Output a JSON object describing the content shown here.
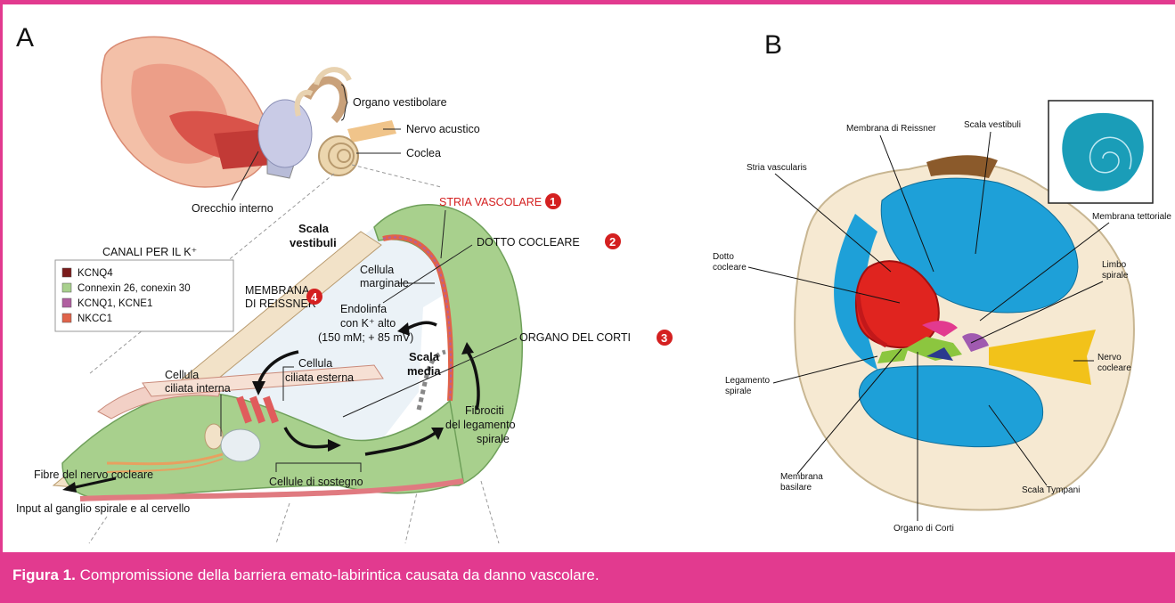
{
  "panel_a": {
    "letter": "A",
    "ear_labels": {
      "vestibular": "Organo vestibolare",
      "acoustic_nerve": "Nervo acustico",
      "cochlea": "Coclea",
      "inner_ear": "Orecchio interno"
    },
    "legend": {
      "title": "CANALI PER IL K⁺",
      "items": [
        {
          "label": "KCNQ4",
          "color": "#7a1c1c"
        },
        {
          "label": "Connexin 26, conexin 30",
          "color": "#a8d08d"
        },
        {
          "label": "KCNQ1, KCNE1",
          "color": "#b05fa0"
        },
        {
          "label": "NKCC1",
          "color": "#e0634a"
        }
      ]
    },
    "numbered": [
      {
        "num": "1",
        "text": "STRIA VASCOLARE",
        "color": "#d42020"
      },
      {
        "num": "2",
        "text": "DOTTO COCLEARE",
        "color": "#222222"
      },
      {
        "num": "3",
        "text": "ORGANO DEL CORTI",
        "color": "#222222"
      },
      {
        "num": "4",
        "line1": "MEMBRANA",
        "line2": "DI REISSNER",
        "color": "#222222"
      }
    ],
    "scala_vestibuli": [
      "Scala",
      "vestibuli"
    ],
    "scala_media": [
      "Scala",
      "media"
    ],
    "cellula_marginale": [
      "Cellula",
      "marginale"
    ],
    "endolinfa": [
      "Endolinfa",
      "con K⁺ alto",
      "(150 mM; + 85 mV)"
    ],
    "cellula_ciliata_interna": [
      "Cellula",
      "ciliata  interna"
    ],
    "cellula_ciliata_esterna": [
      "Cellula",
      "ciliata esterna"
    ],
    "fibrociti": [
      "Fibrociti",
      "del legamento",
      "spirale"
    ],
    "fibre_nervo": "Fibre del nervo cocleare",
    "cellule_sostegno": "Cellule di sostegno",
    "input": "Input al ganglio spirale e al cervello"
  },
  "panel_b": {
    "letter": "B",
    "labels": {
      "reissner": "Membrana di Reissner",
      "scala_vestibuli": "Scala vestibuli",
      "stria": "Stria vascularis",
      "tettoriale": "Membrana tettoriale",
      "dotto": [
        "Dotto",
        "cocleare"
      ],
      "limbo": [
        "Limbo",
        "spirale"
      ],
      "legamento": [
        "Legamento",
        "spirale"
      ],
      "nervo": [
        "Nervo",
        "cocleare"
      ],
      "basilare": [
        "Membrana",
        "basilare"
      ],
      "tympani": "Scala Tympani",
      "corti": "Organo di Corti"
    }
  },
  "caption": {
    "bold": "Figura 1.",
    "text": " Compromissione della barriera emato-labirintica causata da danno vascolare."
  },
  "colors": {
    "accent": "#e23a8f",
    "tissue_green": "#a8d08d",
    "scala_blue": "#1ea0d8",
    "duct_red": "#e0241f",
    "nerve_yellow": "#f2c21a"
  }
}
